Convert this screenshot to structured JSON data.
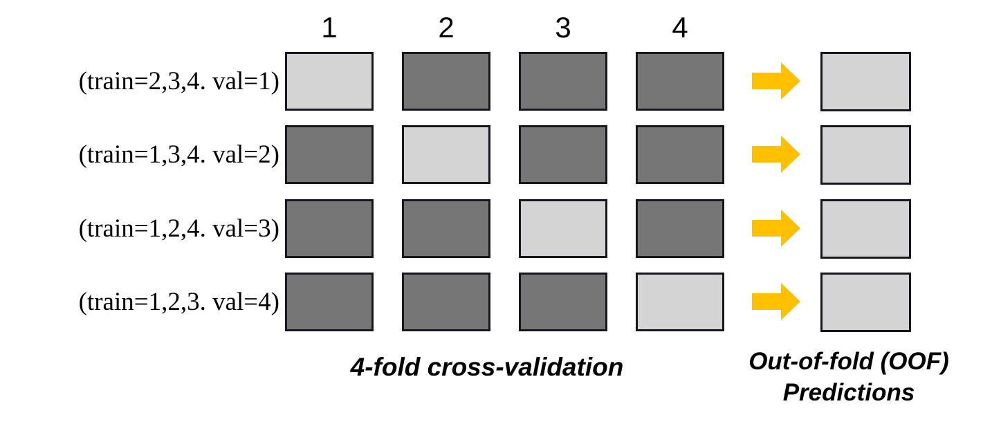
{
  "diagram": {
    "title": "4-fold cross-validation with out-of-fold predictions",
    "colors": {
      "validation_fold": "#d4d4d4",
      "training_fold": "#767676",
      "box_border": "#16161e",
      "arrow": "#ffc000",
      "background": "#ffffff",
      "text": "#000000"
    },
    "column_headers": [
      "1",
      "2",
      "3",
      "4"
    ],
    "rows": [
      {
        "label": "(train=2,3,4. val=1)",
        "cells": [
          "light",
          "dark",
          "dark",
          "dark"
        ],
        "arrow": "right-arrow-icon",
        "oof": ""
      },
      {
        "label": "(train=1,3,4. val=2)",
        "cells": [
          "dark",
          "light",
          "dark",
          "dark"
        ],
        "arrow": "right-arrow-icon",
        "oof": ""
      },
      {
        "label": "(train=1,2,4. val=3)",
        "cells": [
          "dark",
          "dark",
          "light",
          "dark"
        ],
        "arrow": "right-arrow-icon",
        "oof": ""
      },
      {
        "label": "(train=1,2,3. val=4)",
        "cells": [
          "dark",
          "dark",
          "dark",
          "light"
        ],
        "arrow": "right-arrow-icon",
        "oof": ""
      }
    ],
    "captions": {
      "cross_validation": "4-fold cross-validation",
      "oof_line1": "Out-of-fold (OOF)",
      "oof_line2": "Predictions"
    }
  }
}
